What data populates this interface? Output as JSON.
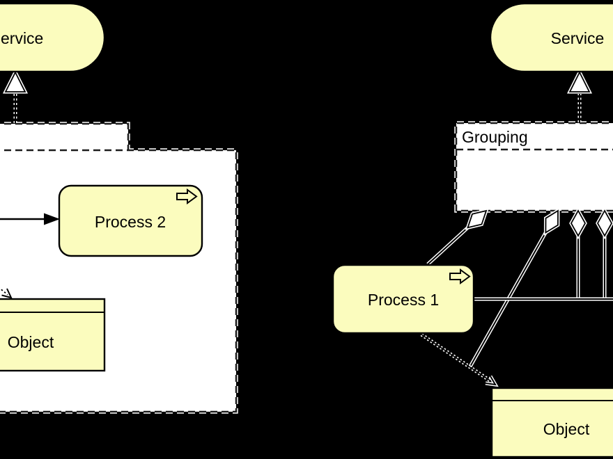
{
  "colors": {
    "background": "#000000",
    "element_fill": "#FBFCBE",
    "element_stroke": "#000000",
    "grouping_fill": "#FFFFFF",
    "grouping_border": "#1C1C1C",
    "line_ink": "#000000",
    "line_halo": "#FFFFFF",
    "text": "#000000"
  },
  "left_diagram": {
    "service_label": "Service",
    "grouping_label": "",
    "process_label": "Process 2",
    "object_label": "Object",
    "relationships": [
      {
        "type": "realization",
        "from": "grouping-left",
        "to": "service-left",
        "marker": "hollow-triangle"
      },
      {
        "type": "triggering",
        "from": "offscreen-left",
        "to": "process-2",
        "marker": "filled-arrowhead"
      },
      {
        "type": "access",
        "from": "offscreen-left",
        "to": "object-left",
        "marker": "open-arrowhead"
      }
    ]
  },
  "right_diagram": {
    "service_label": "Service",
    "grouping_label": "Grouping",
    "process_label": "Process 1",
    "object_label": "Object",
    "relationships": [
      {
        "type": "realization",
        "from": "grouping-right",
        "to": "service-right",
        "marker": "hollow-triangle"
      },
      {
        "type": "aggregation",
        "from": "grouping-right",
        "to": "process-1",
        "marker": "hollow-diamond"
      },
      {
        "type": "aggregation",
        "from": "grouping-right",
        "to": "access-relationship",
        "marker": "hollow-diamond"
      },
      {
        "type": "aggregation",
        "from": "grouping-right",
        "to": "association-relationship",
        "marker": "hollow-diamond"
      },
      {
        "type": "aggregation",
        "from": "grouping-right",
        "to": "association-relationship",
        "marker": "hollow-diamond"
      },
      {
        "type": "association",
        "from": "process-1",
        "to": "offscreen-right",
        "marker": "none"
      },
      {
        "type": "access",
        "from": "process-1",
        "to": "object-right",
        "marker": "open-arrowhead"
      }
    ]
  },
  "icons": {
    "process_icon": "process-arrow-icon",
    "realization_marker": "hollow-triangle-icon",
    "aggregation_marker": "hollow-diamond-icon",
    "triggering_marker": "filled-arrowhead-icon",
    "access_marker": "open-arrowhead-icon"
  }
}
